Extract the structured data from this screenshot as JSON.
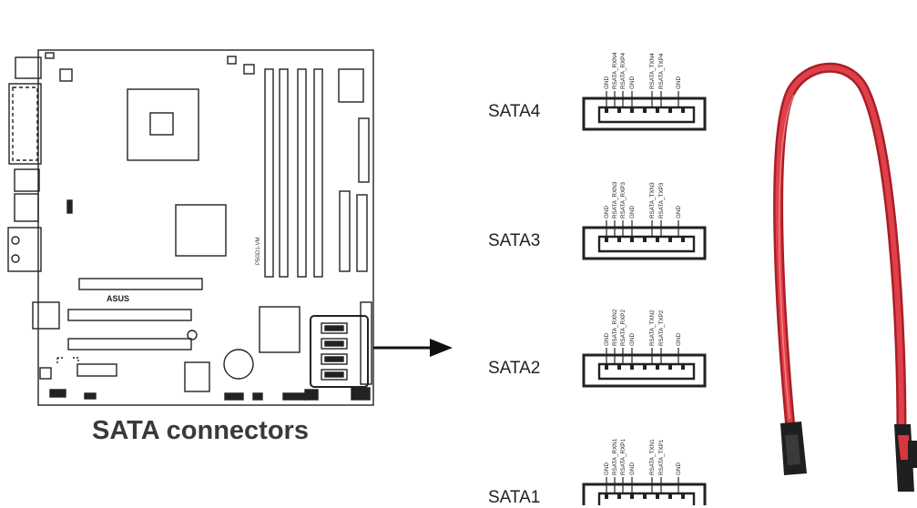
{
  "caption": "SATA connectors",
  "board_text": {
    "logo": "ASUS",
    "model": "P5GD1-VM"
  },
  "pin_labels": {
    "SATA4": [
      "GND",
      "RSATA_RXN4",
      "RSATA_RXP4",
      "GND",
      "RSATA_TXN4",
      "RSATA_TXP4",
      "GND"
    ],
    "SATA3": [
      "GND",
      "RSATA_RXN3",
      "RSATA_RXP3",
      "GND",
      "RSATA_TXN3",
      "RSATA_TXP3",
      "GND"
    ],
    "SATA2": [
      "GND",
      "RSATA_RXN2",
      "RSATA_RXP2",
      "GND",
      "RSATA_TXN2",
      "RSATA_TXP2",
      "GND"
    ],
    "SATA1": [
      "GND",
      "RSATA_RXN1",
      "RSATA_RXP1",
      "GND",
      "RSATA_TXN1",
      "RSATA_TXP1",
      "GND"
    ]
  },
  "connectors": [
    {
      "name": "SATA4"
    },
    {
      "name": "SATA3"
    },
    {
      "name": "SATA2"
    },
    {
      "name": "SATA1"
    }
  ],
  "colors": {
    "cable": "#d8353d",
    "cable_dark": "#a81f27",
    "connector": "#1f1f1f",
    "outline": "#222222"
  }
}
